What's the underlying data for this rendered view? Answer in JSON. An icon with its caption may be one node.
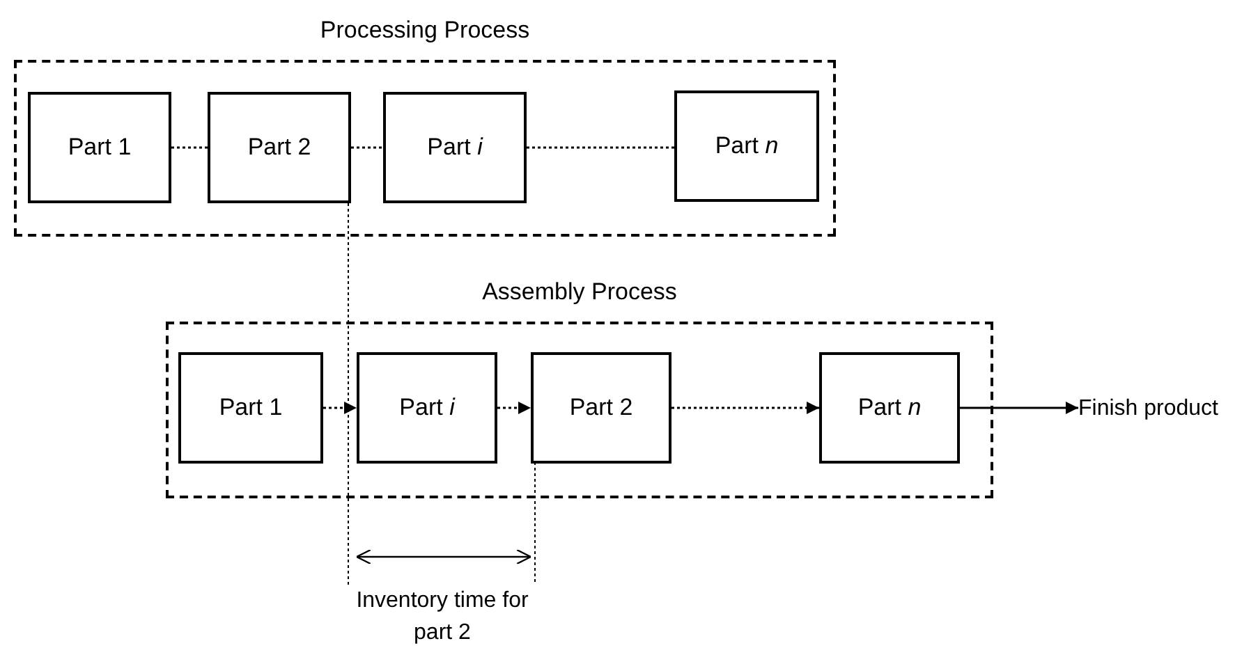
{
  "diagram": {
    "nodes": [
      {
        "text": [
          "Processing Process"
        ]
      },
      {
        "text": [
          "Part 1"
        ],
        "in": 0
      },
      {
        "text": [
          "Part 2"
        ],
        "in": 0
      },
      {
        "text": [
          "Part *i*"
        ],
        "in": 0
      },
      {
        "text": [
          "Part *n*"
        ],
        "in": 0
      },
      {
        "text": [
          "Assembly Process"
        ]
      },
      {
        "text": [
          "Part 1"
        ],
        "in": 5
      },
      {
        "text": [
          "Part *i*"
        ],
        "in": 5
      },
      {
        "text": [
          "Part 2"
        ],
        "in": 5
      },
      {
        "text": [
          "Part *n*"
        ],
        "in": 5
      },
      {
        "text": [
          "Finish product"
        ]
      }
    ],
    "edges": [
      {
        "from": 1,
        "to": 2,
        "arrow": "none",
        "style": "dashed"
      },
      {
        "from": 2,
        "to": 3,
        "arrow": "none",
        "style": "dashed"
      },
      {
        "from": 3,
        "to": 4,
        "arrow": "none",
        "style": "dashed"
      },
      {
        "from": 6,
        "to": 7,
        "arrow": "to",
        "style": "dashed"
      },
      {
        "from": 7,
        "to": 8,
        "arrow": "to",
        "style": "dashed"
      },
      {
        "from": 8,
        "to": 9,
        "arrow": "to",
        "style": "dashed"
      },
      {
        "from": 9,
        "to": 10,
        "arrow": "to"
      }
    ],
    "labels": [
      "Inventory time for part 2"
    ]
  }
}
